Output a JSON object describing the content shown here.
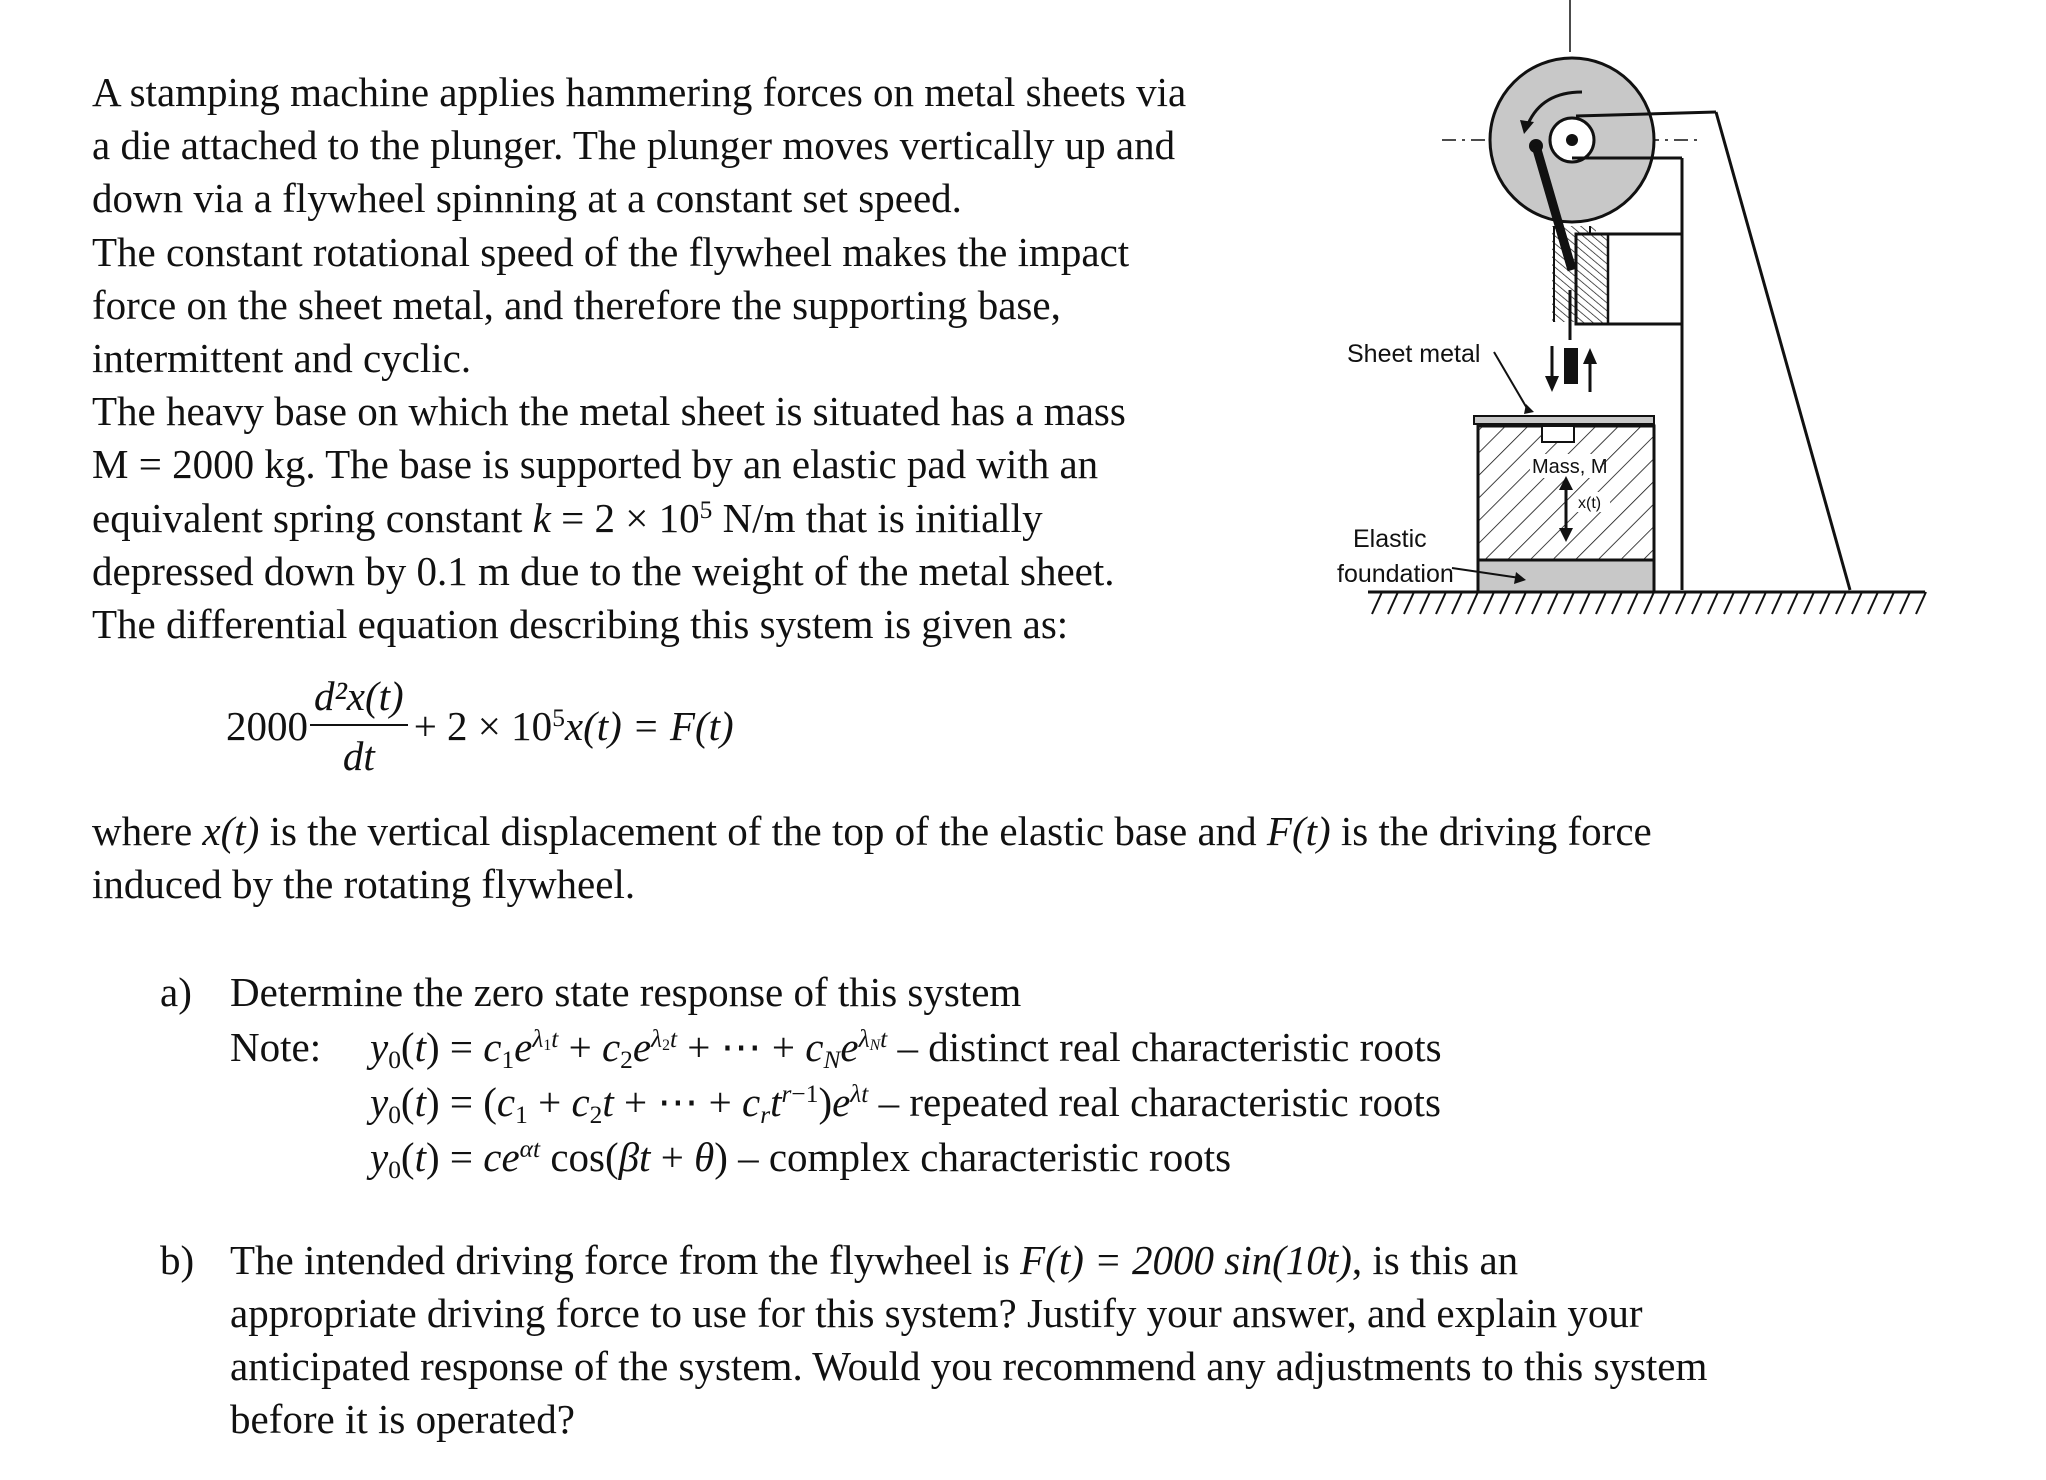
{
  "intro_lines": [
    "A stamping machine applies hammering forces on metal sheets via",
    "a die attached to the plunger. The plunger moves vertically up and",
    "down via a flywheel spinning at a constant set speed.",
    "The constant rotational speed of the flywheel makes the impact",
    "force on the sheet metal, and therefore the supporting base,",
    "intermittent and cyclic.",
    "The heavy base on which the metal sheet is situated has a mass"
  ],
  "mass_line": {
    "prefix": "M = 2000 kg. The base is supported by an elastic pad with an"
  },
  "spring_line": {
    "a": "equivalent spring constant ",
    "k": "k",
    "b": " = 2 × 10",
    "exp": "5",
    "c": " N/m that is initially"
  },
  "intro_tail": [
    "depressed down by 0.1 m due to the weight of the metal sheet.",
    "The differential equation describing this system is given as:"
  ],
  "equation": {
    "coef": "2000",
    "numerator": "d²x(t)",
    "denominator": "dt",
    "rest_a": "+ 2 × 10",
    "rest_exp": "5",
    "rest_b": "x(t) = F(t)"
  },
  "where_lines": [
    {
      "a": "where ",
      "x": "x(t)",
      "b": " is the vertical displacement of the top of the elastic base and ",
      "f": "F(t)",
      "c": " is the driving force"
    },
    {
      "a": "induced by the rotating flywheel."
    }
  ],
  "question_a": {
    "label": "a)",
    "text": "Determine the zero state response of this system",
    "note_label": "Note:",
    "note_rows": [
      "y₀(t) = c₁e^{λ₁t} + c₂e^{λ₂t} + ⋯ + c_N e^{λ_N t} – distinct real characteristic roots",
      "y₀(t) = (c₁ + c₂t + ⋯ + c_r t^{r−1})e^{λt} – repeated real characteristic roots",
      "y₀(t) = ce^{αt} cos(βt + θ) – complex characteristic roots"
    ],
    "row1_desc": "– distinct real characteristic roots",
    "row2_desc": "– repeated real characteristic roots",
    "row3_desc": "– complex characteristic roots"
  },
  "question_b": {
    "label": "b)",
    "line1_a": "The intended driving force from the flywheel is ",
    "line1_f": "F(t) = 2000 sin(10t)",
    "line1_b": ", is this an",
    "lines": [
      "appropriate driving force to use for this system? Justify your answer, and explain your",
      "anticipated response of the system. Would you recommend any adjustments to this system",
      "before it is operated?"
    ]
  },
  "diagram": {
    "label_sheet_metal": "Sheet metal",
    "label_elastic": "Elastic",
    "label_foundation": "foundation",
    "label_mass": "Mass, M",
    "label_x": "x(t)",
    "colors": {
      "fill_gray": "#c8c8c8",
      "line": "#111111"
    }
  }
}
